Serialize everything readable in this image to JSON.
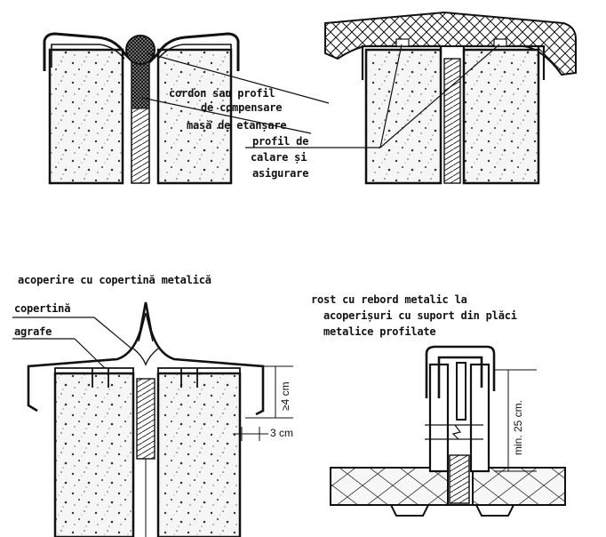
{
  "labels": {
    "cordon": "cordon sau profil",
    "compensare": "de compensare",
    "masa": "masă de etanșare",
    "profil_de": "profil de",
    "calare": "calare și",
    "asigurare": "asigurare",
    "acoperire": "acoperire cu copertină metalică",
    "copertina": "copertină",
    "agrafe": "agrafe",
    "rost_1": "rost cu rebord metalic la",
    "rost_2": "acoperișuri cu suport din plăci",
    "rost_3": "metalice profilate"
  },
  "dimensions": {
    "min4cm": "≥4 cm",
    "cm3": "3 cm",
    "min25cm": "min. 25 cm."
  },
  "colors": {
    "ink": "#111111",
    "paper": "#ffffff"
  }
}
